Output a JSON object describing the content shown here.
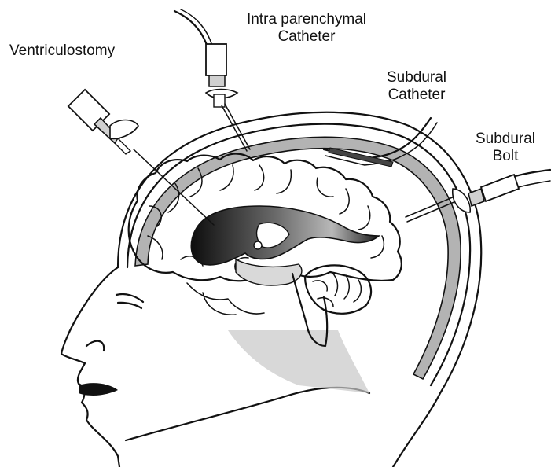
{
  "labels": {
    "ventriculostomy": "Ventriculostomy",
    "intra_line1": "Intra parenchymal",
    "intra_line2": "Catheter",
    "subdural_cath_line1": "Subdural",
    "subdural_cath_line2": "Catheter",
    "subdural_bolt_line1": "Subdural",
    "subdural_bolt_line2": "Bolt"
  },
  "colors": {
    "stroke": "#111111",
    "skull_band": "#b3b3b3",
    "ventricle_dark": "#1a1a1a",
    "ventricle_light": "#d9d9d9",
    "brain_fill": "#ffffff",
    "neck_shade": "#c8c8c8"
  }
}
